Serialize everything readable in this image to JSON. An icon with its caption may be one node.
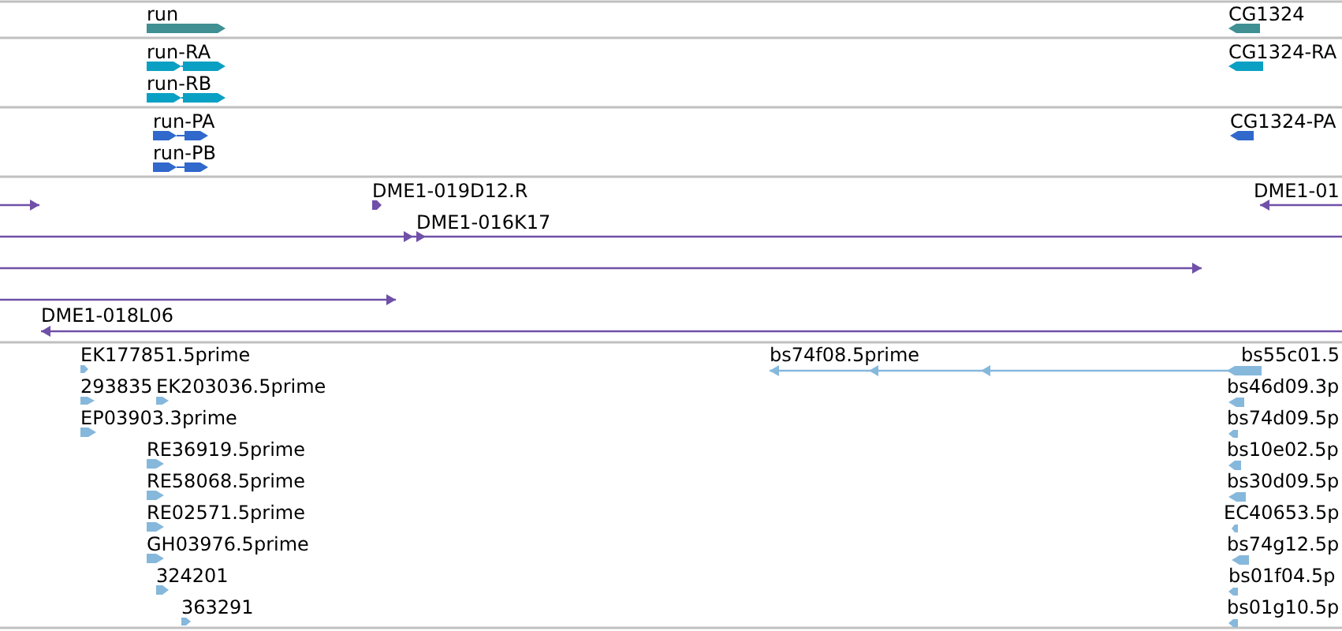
{
  "diagram": {
    "labels": [
      "run",
      "CG1324",
      "run-RA",
      "CG1324-RA",
      "run-RB",
      "run-PA",
      "CG1324-PA",
      "run-PB",
      "DME1-019D12.R",
      "DME1-01",
      "DME1-016K17",
      "DME1-018L06",
      "EK177851.5prime",
      "bs74f08.5prime",
      "bs55c01.5",
      "293835",
      "EK203036.5prime",
      "bs46d09.3p",
      "EP03903.3prime",
      "bs74d09.5p",
      "RE36919.5prime",
      "bs10e02.5p",
      "RE58068.5prime",
      "bs30d09.5p",
      "RE02571.5prime",
      "EC40653.5p",
      "GH03976.5prime",
      "bs74g12.5p",
      "324201",
      "bs01f04.5p",
      "363291",
      "bs01g10.5p"
    ]
  }
}
